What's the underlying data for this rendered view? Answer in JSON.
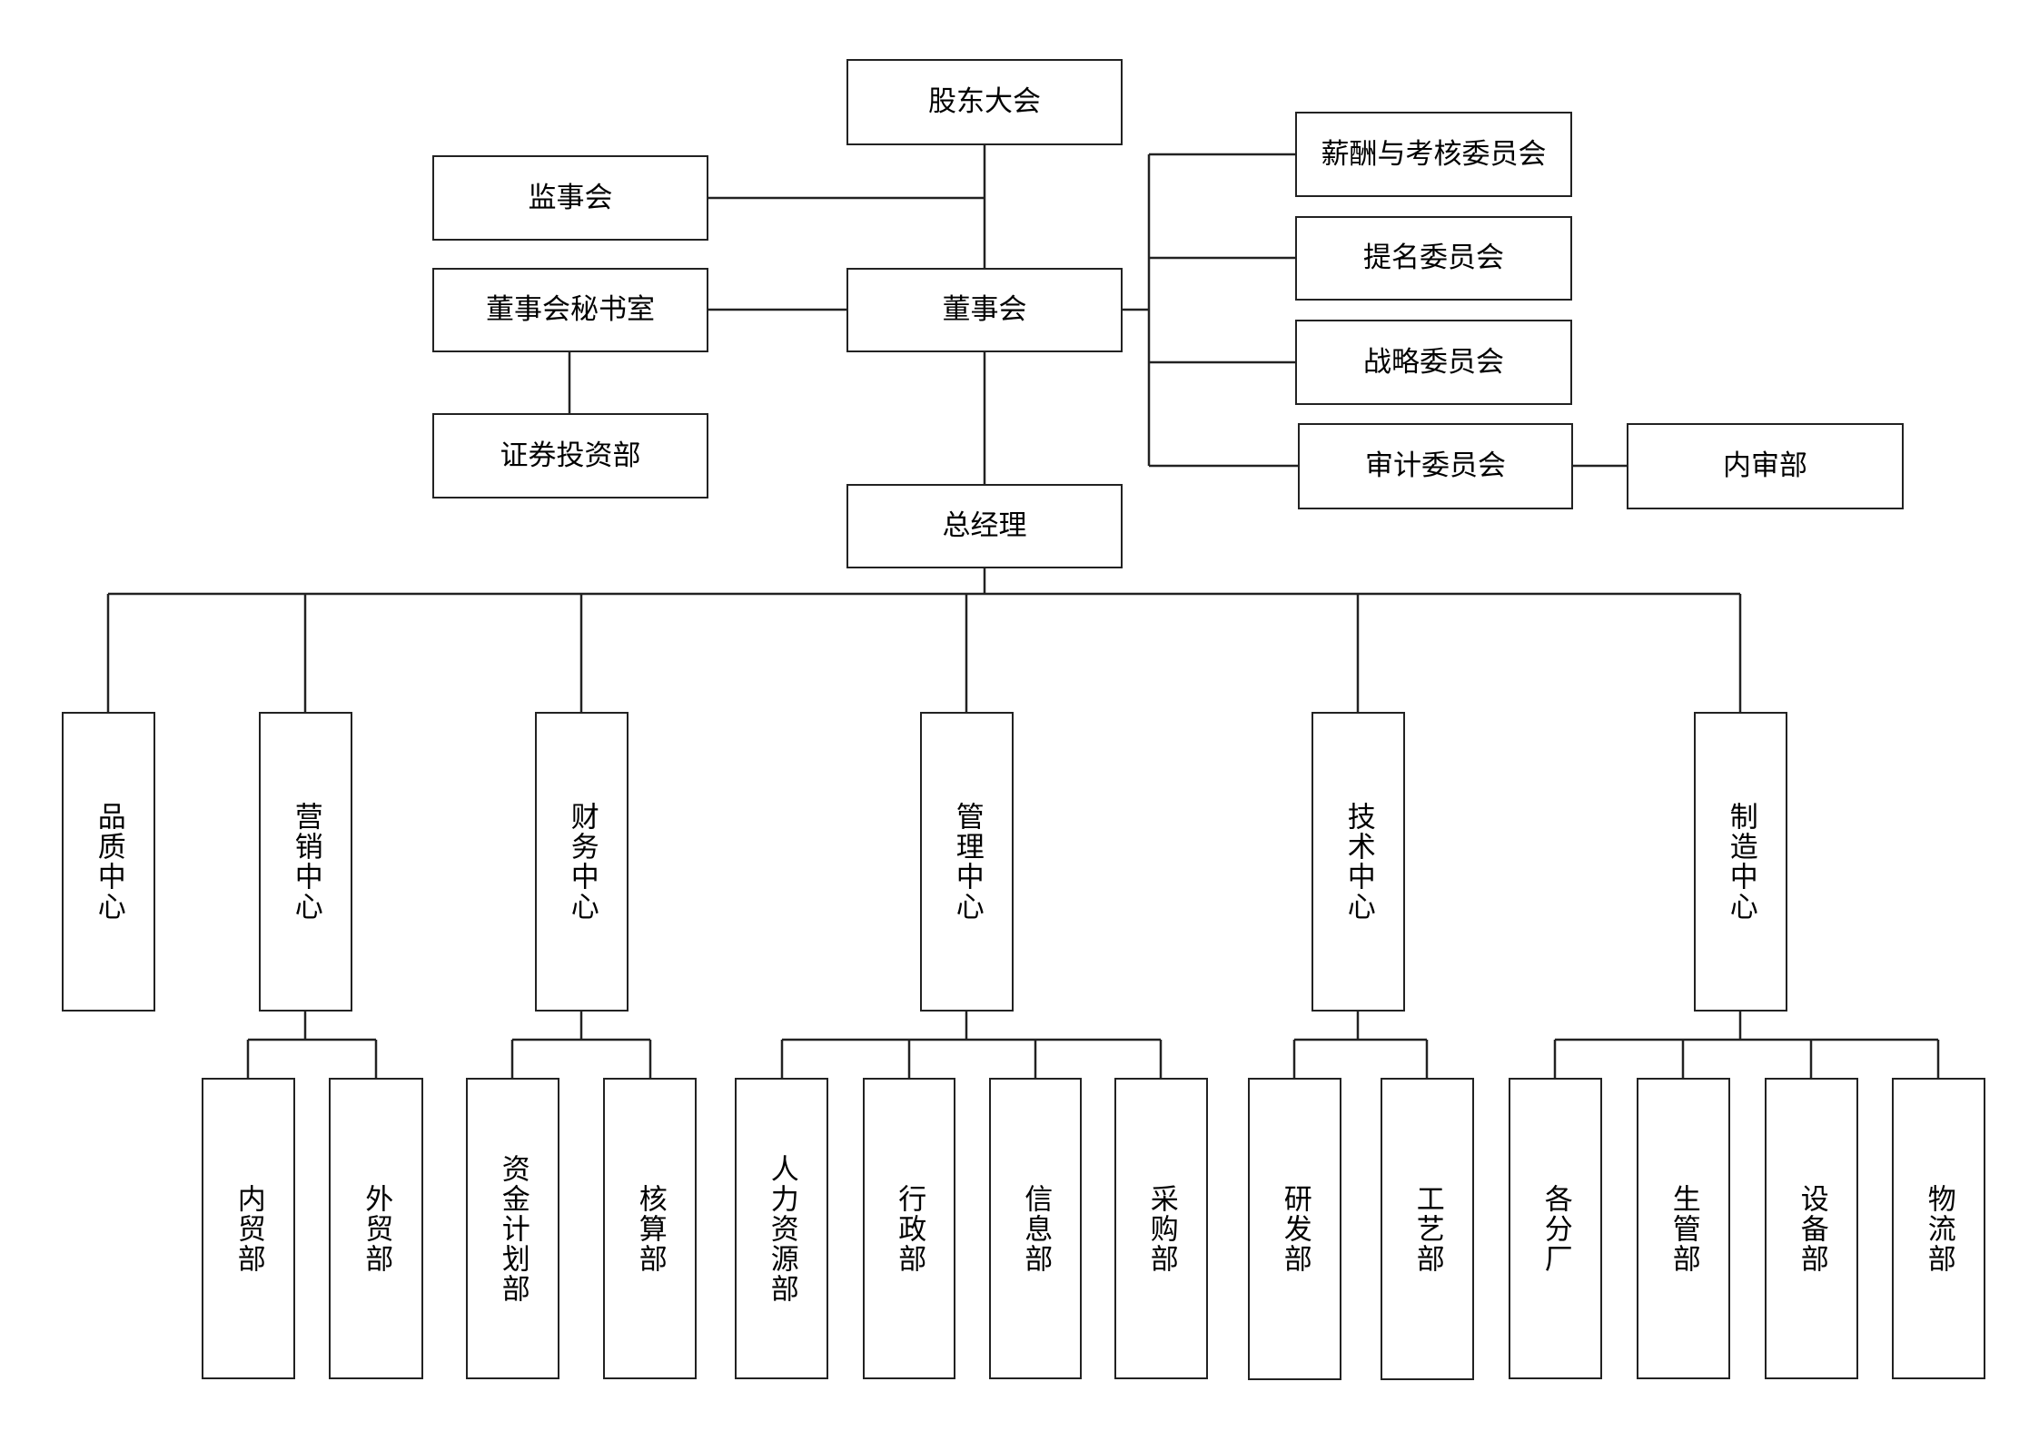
{
  "org": {
    "shareholders": "股东大会",
    "supervisory_board": "监事会",
    "board_secretary_office": "董事会秘书室",
    "board": "董事会",
    "securities_dept": "证券投资部",
    "committees": {
      "compensation": "薪酬与考核委员会",
      "nomination": "提名委员会",
      "strategy": "战略委员会",
      "audit": "审计委员会"
    },
    "internal_audit": "内审部",
    "general_manager": "总经理",
    "centers": {
      "quality": "品质中心",
      "marketing": "营销中心",
      "finance": "财务中心",
      "management": "管理中心",
      "technology": "技术中心",
      "manufacturing": "制造中心"
    },
    "departments": {
      "domestic_trade": "内贸部",
      "foreign_trade": "外贸部",
      "fund_planning": "资金计划部",
      "accounting": "核算部",
      "hr": "人力资源部",
      "admin": "行政部",
      "info": "信息部",
      "purchasing": "采购部",
      "rnd": "研发部",
      "process": "工艺部",
      "branch_factories": "各分厂",
      "production_mgmt": "生管部",
      "equipment": "设备部",
      "logistics": "物流部"
    }
  }
}
